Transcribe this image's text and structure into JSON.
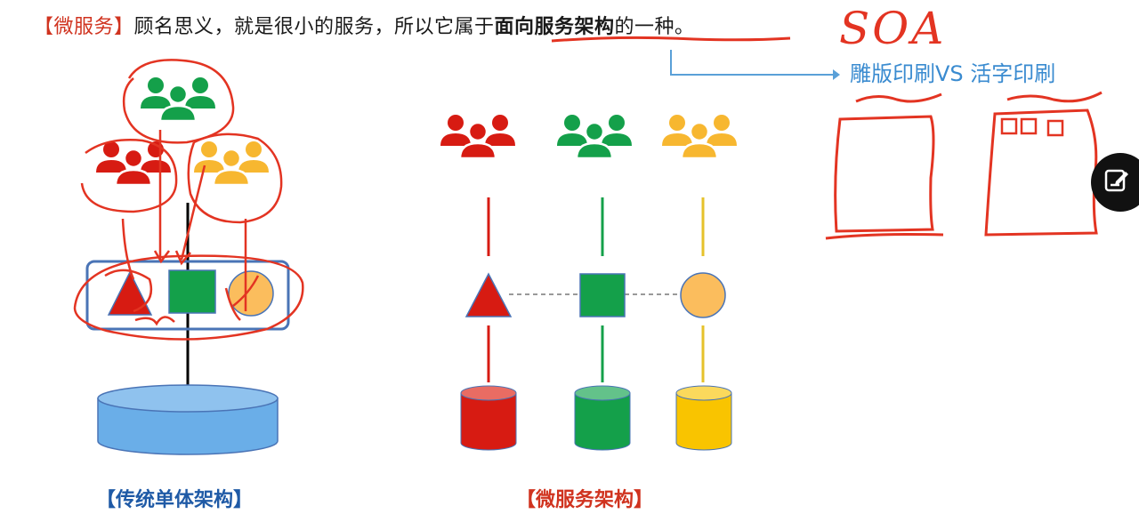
{
  "headline": {
    "tag": "【微服务】",
    "text_plain": "顾名思义，就是很小的服务，所以它属于",
    "text_emphasis": "面向服务架构",
    "text_tail": "的一种。"
  },
  "annotations": {
    "soa": "SOA",
    "comparison": "雕版印刷VS 活字印刷"
  },
  "captions": {
    "monolith": "【传统单体架构】",
    "microservice": "【微服务架构】"
  },
  "colors": {
    "red": "#d71b12",
    "green": "#14a04a",
    "yellow": "#f7b730",
    "cyl_red": "#d71b12",
    "cyl_green": "#14a04a",
    "cyl_yellow": "#f9c400",
    "db_blue": "#6aaee8",
    "frame_blue": "#4a74b6",
    "ink_red": "#e33422",
    "arrow_blue": "#5aa0d8"
  },
  "icons": {
    "users": "users-group-icon",
    "edit": "edit-note-icon"
  }
}
